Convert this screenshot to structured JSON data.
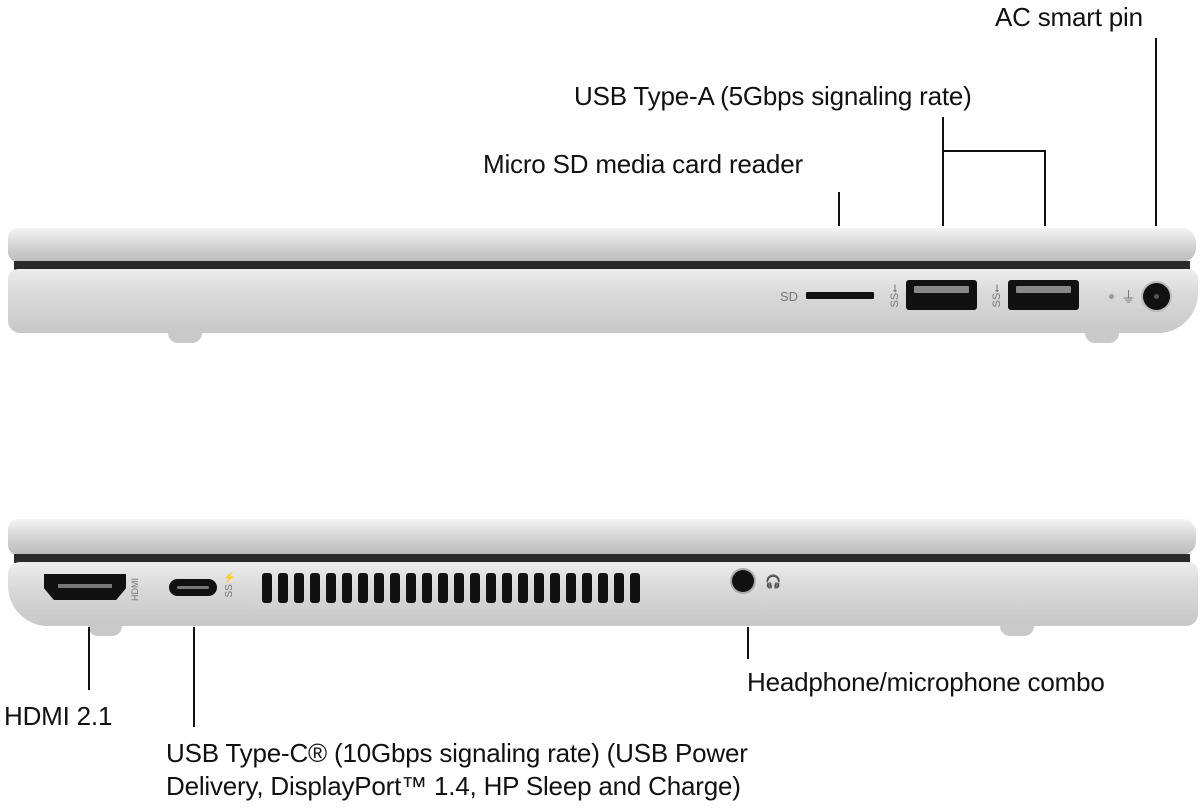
{
  "top_view": {
    "labels": {
      "ac_pin": "AC smart pin",
      "usb_a": "USB Type-A (5Gbps signaling rate)",
      "sd_reader": "Micro SD media card reader"
    },
    "port_markings": {
      "sd": "SD",
      "usb_a_1": "SS⭠",
      "usb_a_2": "SS⭠"
    }
  },
  "bottom_view": {
    "labels": {
      "hdmi": "HDMI 2.1",
      "headphone": "Headphone/microphone combo",
      "usb_c_line1": "USB Type-C® (10Gbps signaling rate) (USB Power",
      "usb_c_line2": "Delivery, DisplayPort™ 1.4, HP Sleep and Charge)"
    },
    "port_markings": {
      "hdmi": "HDMI",
      "usb_c": "SS⚡"
    },
    "vent_slots": 25
  },
  "colors": {
    "chassis": "#d4d4d4",
    "text": "#111111",
    "port": "#111111"
  }
}
